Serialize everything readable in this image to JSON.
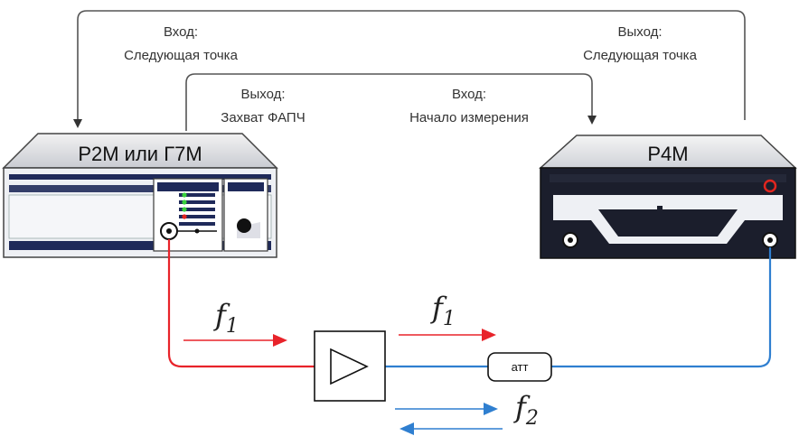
{
  "labels": {
    "left_in_line1": "Вход:",
    "left_in_line2": "Следующая точка",
    "right_out_line1": "Выход:",
    "right_out_line2": "Следующая точка",
    "mid_out_line1": "Выход:",
    "mid_out_line2": "Захват ФАПЧ",
    "mid_in_line1": "Вход:",
    "mid_in_line2": "Начало измерения"
  },
  "devices": {
    "left_title": "Р2М или Г7М",
    "right_title": "Р4М"
  },
  "attenuator": {
    "label": "атт"
  },
  "frequencies": {
    "f1_symbol": "f",
    "f1_sub": "1",
    "f2_symbol": "f",
    "f2_sub": "2"
  },
  "colors": {
    "signal_red": "#e8232a",
    "signal_blue": "#2f7fd0",
    "line_gray": "#555555",
    "dark_device": "#1b1e2c"
  }
}
